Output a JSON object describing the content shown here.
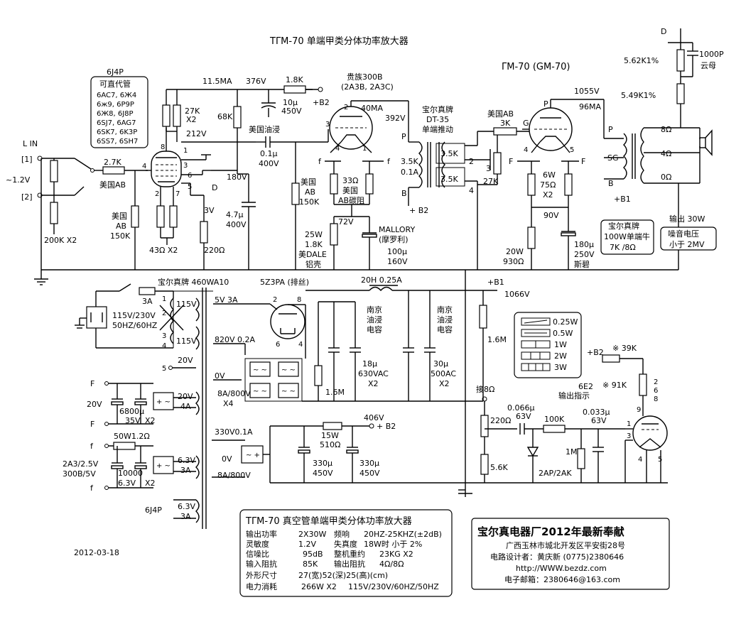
{
  "title": "TΓM-70 单端甲类分体功率放大器",
  "date": "2012-03-18",
  "input": {
    "label": "L IN",
    "j1": "[1]",
    "j2": "[2]",
    "level": "~1.2V",
    "r1": "2.7K",
    "r1b": "美国AB",
    "rin": "200K X2"
  },
  "v1": {
    "tube": "6J4P",
    "subs_title": "可直代管",
    "subs": [
      "6AC7, 6Ж4",
      "6ж9, 6P9P",
      "6Ж8, 6J8P",
      "6SJ7, 6AG7",
      "6SK7, 6K3P",
      "6SS7, 6SH7"
    ],
    "pins": [
      "8",
      "1",
      "3",
      "4",
      "2",
      "7",
      "6",
      "5"
    ],
    "rk": "43Ω X2",
    "rg": "美国",
    "rg2": "AB",
    "rg3": "150K",
    "rpl": "27K",
    "rpl2": "X2",
    "v212": "212V",
    "r68k": "68K",
    "v180": "180V",
    "v3": "3V",
    "r220": "220Ω",
    "d": "D",
    "i": "11.5MA",
    "v376": "376V",
    "r18k": "1.8K",
    "b2": "+B2",
    "c10": "10μ",
    "c10b": "450V"
  },
  "coupling": {
    "label": "美国油浸",
    "c": "0.1μ",
    "v": "400V",
    "r": "美国",
    "r2": "AB",
    "r3": "150K",
    "c4": "4.7μ",
    "c4b": "400V"
  },
  "v2": {
    "tube": "贵族300B",
    "alt": "(2A3B, 2A3C)",
    "pin2": "2",
    "pin3": "3",
    "pin4": "4",
    "pin1": "1",
    "i": "40MA",
    "v": "392V",
    "f1": "f",
    "f2": "f",
    "rh": "33Ω",
    "rh2": "美国",
    "rh3": "AB碳阻",
    "v72": "72V",
    "rk1": "25W",
    "rk2": "1.8K",
    "rk3": "美DALE",
    "rk4": "铝壳",
    "ck": "MALLORY",
    "ck2": "(摩罗利)",
    "ck3": "100μ",
    "ck4": "160V"
  },
  "t1": {
    "name": "宝尔真牌",
    "model": "DT-35",
    "desc": "单端推动",
    "p": "P",
    "b": "B",
    "pb2": "+ B2",
    "r1": "3.5K",
    "i1": "0.1A",
    "r2": "3.5K",
    "r3": "3.5K",
    "t2": "2",
    "t3": "3",
    "t4": "4",
    "r27k": "27K"
  },
  "v3": {
    "tube": "ΓM-70 (GM-70)",
    "v": "1055V",
    "i": "96MA",
    "p": "P",
    "g": "G",
    "rg": "美国AB",
    "rg2": "3K",
    "f": "F",
    "p4": "4",
    "p5": "5",
    "rf": "6W",
    "rf2": "75Ω",
    "rf3": "X2",
    "v90": "90V",
    "rk": "20W",
    "rk2": "930Ω",
    "ck": "180μ",
    "ck2": "250V",
    "ck3": "斯碧"
  },
  "ot": {
    "p": "P",
    "sg": "SG",
    "b": "B",
    "b1": "+B1",
    "o8": "8Ω",
    "o4": "4Ω",
    "o0": "0Ω",
    "name": "宝尔真牌",
    "desc": "100W单端牛",
    "z": "7K /8Ω",
    "out": "输出 30W",
    "noise": "噪音电压",
    "noise2": "小于 2MV",
    "fb_d": "D",
    "fb_r1": "5.62K1%",
    "fb_r2": "5.49K1%",
    "fb_c": "1000P",
    "fb_c2": "云母"
  },
  "psu": {
    "tr": "宝尔真牌 460WA10",
    "fuse": "3A",
    "mains": "115V/230V",
    "mains2": "50HZ/60HZ",
    "w115": "115V",
    "w115b": "115V",
    "p1": "1",
    "p2": "2",
    "p3": "3",
    "p4": "4",
    "p5": "5",
    "w20": "20V",
    "rect": "5Z3PA (排丝)",
    "r5v": "5V 3A",
    "rp2": "2",
    "rp8": "8",
    "rp6": "6",
    "rp4": "4",
    "w820": "820V 0.2A",
    "w0": "0V",
    "diode": "8A/800V",
    "diode2": "X4",
    "choke": "20H 0.25A",
    "b1": "+B1",
    "v1066": "1066V",
    "cap1": "南京",
    "cap1b": "油浸",
    "cap1c": "电容",
    "c18": "18μ",
    "c18b": "630VAC",
    "c18c": "X2",
    "r16": "1.6M",
    "cap2": "南京",
    "cap2b": "油浸",
    "cap2c": "电容",
    "c30": "30μ",
    "c30b": "500AC",
    "c30c": "X2",
    "r16b": "1.6M",
    "w330": "330V0.1A",
    "w0b": "0V",
    "diode3": "8A/800V",
    "rb2": "15W",
    "rb2b": "510Ω",
    "v406": "406V",
    "b2": "+ B2",
    "c330": "330μ",
    "c330b": "450V",
    "c330c": "330μ",
    "c330d": "450V",
    "f1": "F",
    "f2": "F",
    "w20b": "20V",
    "c6800": "6800μ",
    "c6800b": "35V",
    "x2": "X2",
    "r20v": "20V",
    "r4a": "4A",
    "ff1": "f",
    "ff2": "f",
    "r50w": "50W1.2Ω",
    "f2a3": "2A3/2.5V",
    "f300b": "300B/5V",
    "c10000": "10000",
    "c10000b": "6.3V",
    "x2b": "X2",
    "r63": "6.3V",
    "r3a": "3A",
    "w63": "6.3V",
    "w3a": "3A",
    "j4p": "6J4P"
  },
  "indicator": {
    "title": "6E2",
    "title2": "输出指示",
    "in": "接8Ω",
    "r220": "220Ω",
    "r56": "5.6K",
    "c066": "0.066μ",
    "c066b": "63V",
    "r100": "100K",
    "diode": "2AP/2AK",
    "r1m": "1M",
    "c033": "0.033μ",
    "c033b": "63V",
    "b2": "+B2",
    "r39": "※ 39K",
    "r91": "※ 91K",
    "p2": "2",
    "p6": "6",
    "p8": "8",
    "p9": "9",
    "p1": "1",
    "p3": "3",
    "p4": "4",
    "p5": "5"
  },
  "legend": [
    "0.25W",
    "0.5W",
    "1W",
    "2W",
    "3W"
  ],
  "spec": {
    "title": "TΓM-70 真空管单端甲类分体功率放大器",
    "rows": [
      [
        "输出功率",
        "2X30W",
        "频响",
        "20HZ-25KHZ(±2dB)"
      ],
      [
        "灵敏度",
        "1.2V",
        "失真度",
        "18W时 小于 2%"
      ],
      [
        "信噪比",
        "95dB",
        "整机重约",
        "23KG X2"
      ],
      [
        "输入阻抗",
        "85K",
        "输出阻抗",
        "4Ω/8Ω"
      ],
      [
        "外形尺寸",
        "27(宽)52(深)25(高)(cm)",
        "",
        ""
      ],
      [
        "电力消耗",
        "266W X2",
        "115V/230V/60HZ/50HZ",
        ""
      ]
    ]
  },
  "company": {
    "name": "宝尔真电器厂2012年最新奉献",
    "addr": "广西玉林市城北开发区平安街28号",
    "designer": "电路设计者：黄庆新  (0775)2380646",
    "web": "http://WWW.bezdz.com",
    "email": "电子邮箱：2380646@163.com"
  }
}
